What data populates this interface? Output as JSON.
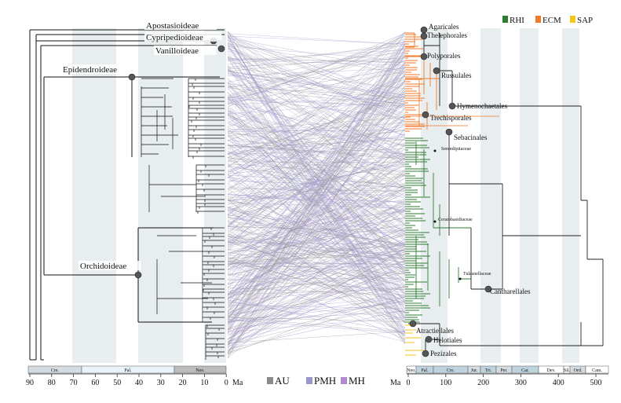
{
  "legend_top": [
    {
      "label": "RHI",
      "color": "#2e7d32"
    },
    {
      "label": "ECM",
      "color": "#f07a2a"
    },
    {
      "label": "SAP",
      "color": "#f5c518"
    }
  ],
  "legend_bottom": [
    {
      "label": "AU",
      "color": "#8a8a8a"
    },
    {
      "label": "PMH",
      "color": "#9898cc"
    },
    {
      "label": "MH",
      "color": "#b08ad0"
    }
  ],
  "orchid_clades": [
    "Apostasioideae",
    "Cypripedioideae",
    "Vanilloideae",
    "Epidendroideae",
    "Orchidoideae"
  ],
  "fungal_orders": [
    "Agaricales",
    "Thelephorales",
    "Polyporales",
    "Russulales",
    "Hymenochaetales",
    "Trechisporales",
    "Sebacinales",
    "Cantharellales",
    "Atractiellales",
    "Helotiales",
    "Pezizales"
  ],
  "fungal_families": [
    "Serendipitaceae",
    "Ceratobasidiaceae",
    "Tulasnellaceae"
  ],
  "left_axis": {
    "unit": "Ma",
    "ticks": [
      "90",
      "80",
      "70",
      "60",
      "50",
      "40",
      "30",
      "20",
      "10",
      "0"
    ],
    "periods": [
      "Cre.",
      "Pal.",
      "Neo."
    ]
  },
  "right_axis": {
    "unit": "Ma",
    "ticks": [
      "0",
      "100",
      "200",
      "300",
      "400",
      "500"
    ],
    "periods": [
      "Neo.",
      "Pal.",
      "Cre.",
      "Jur.",
      "Tri.",
      "Per.",
      "Car.",
      "Dev.",
      "Sil.",
      "Ord.",
      "Cam."
    ]
  }
}
